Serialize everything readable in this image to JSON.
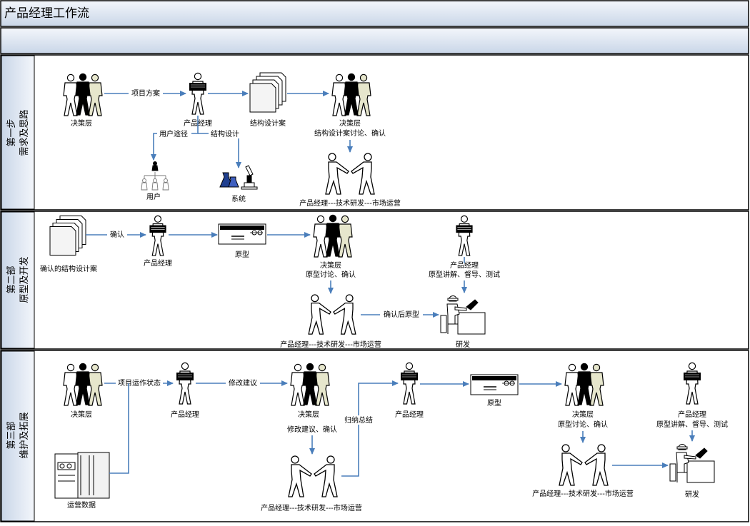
{
  "title": "产品经理工作流",
  "lanes": [
    {
      "line1": "第一步",
      "line2": "需求及思路"
    },
    {
      "line1": "第二部",
      "line2": "原型及开发"
    },
    {
      "line1": "第三部",
      "line2": "维护及拓展"
    }
  ],
  "lane1": {
    "decision_1": "决策层",
    "edge_project_plan": "项目方案",
    "pm": "产品经理",
    "structure_doc": "结构设计案",
    "decision_2_line1": "决策层",
    "decision_2_line2": "结构设计案讨论、确认",
    "edge_user_path": "用户途径",
    "edge_structure_design": "结构设计",
    "users": "用户",
    "system": "系统",
    "team": "产品经理---技术研发---市场运营"
  },
  "lane2": {
    "confirmed_doc": "确认的结构设计案",
    "edge_confirm": "确认",
    "pm": "产品经理",
    "prototype": "原型",
    "decision_line1": "决策层",
    "decision_line2": "原型讨论、确认",
    "pm_right_line1": "产品经理",
    "pm_right_line2": "原型讲解、督导、测试",
    "team": "产品经理---技术研发---市场运营",
    "edge_confirmed_prototype": "确认后原型",
    "dev": "研发"
  },
  "lane3": {
    "decision_1": "决策层",
    "edge_status": "项目运作状态",
    "pm_1": "产品经理",
    "edge_suggest": "修改建议",
    "decision_2": "决策层",
    "decision_2_sub": "修改建议、确认",
    "edge_summary": "归纳总结",
    "pm_2": "产品经理",
    "prototype": "原型",
    "decision_3_line1": "决策层",
    "decision_3_line2": "原型讨论、确认",
    "pm_3_line1": "产品经理",
    "pm_3_line2": "原型讲解、督导、测试",
    "ops_data": "运营数据",
    "team_1": "产品经理---技术研发---市场运营",
    "team_2": "产品经理---技术研发---市场运营",
    "dev": "研发"
  },
  "colors": {
    "frame": "#000000",
    "band_top": "#f3f6fb",
    "band_bottom": "#c9d6e8",
    "arrow": "#4a7ebb"
  }
}
